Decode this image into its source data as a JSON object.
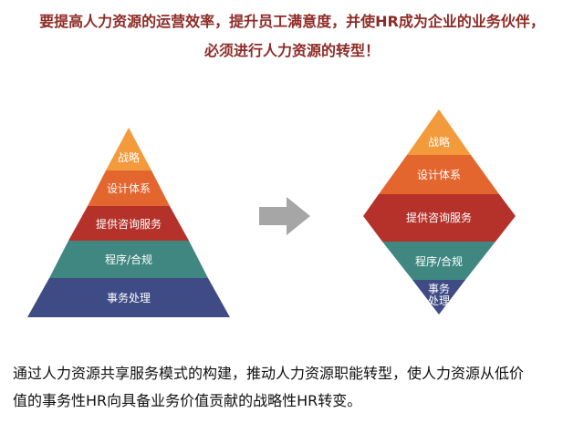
{
  "header": {
    "line1": "要提高人力资源的运营效率，提升员工满意度，并使HR成为企业的业务伙伴，",
    "line2": "必须进行人力资源的转型！"
  },
  "pyramid": {
    "levels": [
      "战略",
      "设计体系",
      "提供咨询服务",
      "程序/合规",
      "事务处理"
    ]
  },
  "diamond": {
    "levels": [
      "战略",
      "设计体系",
      "提供咨询服务",
      "程序/合规"
    ],
    "bottom_line1": "事务",
    "bottom_line2": "处理"
  },
  "colors": {
    "level1": "#f39a3c",
    "level2": "#e4662f",
    "level3": "#b5322b",
    "level4": "#3f8780",
    "level5": "#3f4b85",
    "arrow": "#a6a6a6"
  },
  "footer": {
    "line1": "通过人力资源共享服务模式的构建，推动人力资源职能转型，使人力资源从低价",
    "line2": "值的事务性HR向具备业务价值贡献的战略性HR转变。"
  }
}
